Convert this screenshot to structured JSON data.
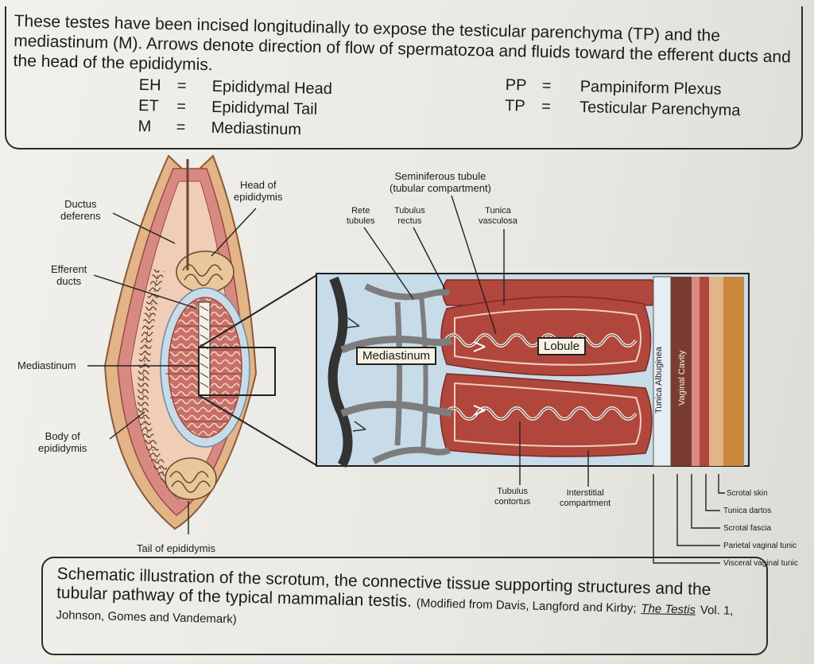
{
  "intro_text": "These testes have been incised longitudinally to expose the testicular parenchyma (TP) and the mediastinum (M). Arrows denote direction of flow of spermatozoa and fluids toward the efferent ducts and the head of the epididymis.",
  "legend": {
    "left": [
      {
        "abbr": "EH",
        "eq": "=",
        "term": "Epididymal Head"
      },
      {
        "abbr": "ET",
        "eq": "=",
        "term": "Epididymal Tail"
      },
      {
        "abbr": "M",
        "eq": "=",
        "term": "Mediastinum"
      }
    ],
    "right": [
      {
        "abbr": "PP",
        "eq": "=",
        "term": "Pampiniform Plexus"
      },
      {
        "abbr": "TP",
        "eq": "=",
        "term": "Testicular Parenchyma"
      }
    ]
  },
  "labels": {
    "ductus_deferens": "Ductus\ndeferens",
    "head_of_epididymis": "Head of\nepididymis",
    "efferent_ducts": "Efferent\nducts",
    "mediastinum": "Mediastinum",
    "body_of_epididymis": "Body of\nepididymis",
    "tail_of_epididymis": "Tail of epididymis",
    "seminiferous_tubule": "Seminiferous tubule\n(tubular compartment)",
    "rete_tubules": "Rete\ntubules",
    "tubulus_rectus": "Tubulus\nrectus",
    "tunica_vasculosa": "Tunica\nvasculosa",
    "mediastinum_box": "Mediastinum",
    "lobule_box": "Lobule",
    "tunica_albuginea": "Tunica Albuginea",
    "vaginal_cavity": "Vaginal Cavity",
    "tubulus_contortus": "Tubulus\ncontortus",
    "interstitial_compartment": "Interstitial\ncompartment",
    "scrotal_skin": "Scrotal skin",
    "tunica_dartos": "Tunica dartos",
    "scrotal_fascia": "Scrotal fascia",
    "parietal_vaginal_tunic": "Parietal vaginal tunic",
    "visceral_vaginal_tunic": "Visceral vaginal tunic"
  },
  "caption": {
    "line_main": "Schematic illustration of the scrotum, the connective tissue supporting structures and the tubular pathway of the typical mammalian testis.",
    "modified_prefix": "(Modified from Davis, Langford and Kirby;",
    "book_title": "The Testis",
    "modified_suffix": "Vol. 1, Johnson, Gomes and Vandemark)"
  },
  "colors": {
    "tan": "#e2b488",
    "pink": "#d88a82",
    "brick": "#b1473c",
    "light_blue": "#c8dbe8",
    "dark": "#333333"
  }
}
